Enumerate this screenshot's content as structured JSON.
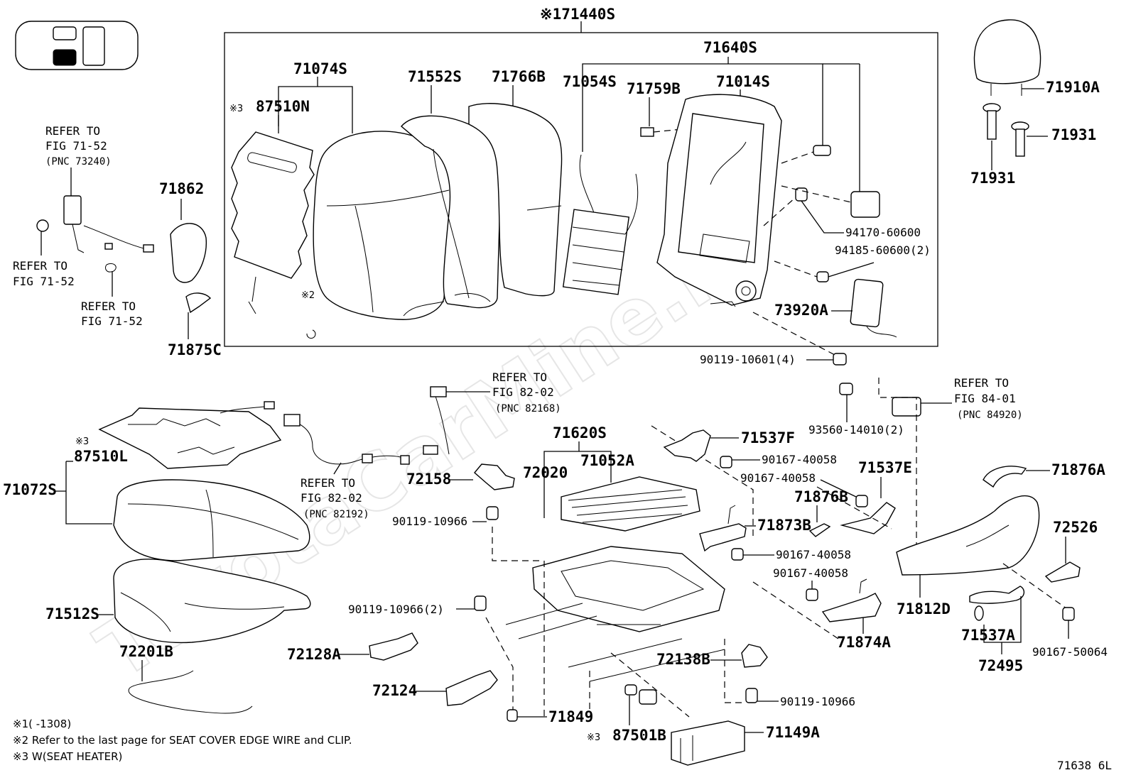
{
  "watermark": "ToyotaCarMine.ru",
  "diagram_code": "71638 6L",
  "parts": {
    "assy_71440S": "※171440S",
    "p71640S": "71640S",
    "p71074S": "71074S",
    "p71552S": "71552S",
    "p71766B": "71766B",
    "p71054S": "71054S",
    "p71759B": "71759B",
    "p71014S": "71014S",
    "mark3_a": "※3",
    "p87510N": "87510N",
    "mark2": "※2",
    "p94170": "94170-60600",
    "p94185": "94185-60600(2)",
    "p73920A": "73920A",
    "p90119_10601": "90119-10601(4)",
    "p71862": "71862",
    "p71875C": "71875C",
    "p71910A": "71910A",
    "p71931_a": "71931",
    "p71931_b": "71931",
    "p93560": "93560-14010(2)",
    "mark3_b": "※3",
    "p87510L": "87510L",
    "p71072S": "71072S",
    "p71512S": "71512S",
    "p72201B": "72201B",
    "p72158": "72158",
    "p90119_10966_a": "90119-10966",
    "p71620S": "71620S",
    "p72020": "72020",
    "p71052A": "71052A",
    "p71537F": "71537F",
    "p90167_a": "90167-40058",
    "p90167_b": "90167-40058",
    "p71537E": "71537E",
    "p71876B": "71876B",
    "p71873B": "71873B",
    "p90167_c": "90167-40058",
    "p90167_d": "90167-40058",
    "p71876A": "71876A",
    "p72526": "72526",
    "p71812D": "71812D",
    "p71874A": "71874A",
    "p71537A": "71537A",
    "p72495": "72495",
    "p90167_50064": "90167-50064",
    "p90119_10966_2": "90119-10966(2)",
    "p72128A": "72128A",
    "p72124": "72124",
    "p72138B": "72138B",
    "p71849": "71849",
    "p90119_10966_b": "90119-10966",
    "mark3_c": "※3",
    "p87501B": "87501B",
    "p71149A": "71149A"
  },
  "references": {
    "belt": {
      "line1": "REFER TO",
      "line2": "FIG 71-52",
      "pnc": "(PNC 73240)"
    },
    "belt_left": {
      "line1": "REFER TO",
      "line2": "FIG 71-52"
    },
    "belt_lower": {
      "line1": "REFER TO",
      "line2": "FIG 71-52"
    },
    "wire_upper": {
      "line1": "REFER TO",
      "line2": "FIG 82-02",
      "pnc": "(PNC 82168)"
    },
    "wire_lower": {
      "line1": "REFER TO",
      "line2": "FIG 82-02",
      "pnc": "(PNC 82192)"
    },
    "switch": {
      "line1": "REFER TO",
      "line2": "FIG 84-01",
      "pnc": "(PNC 84920)"
    }
  },
  "notes": [
    "※1(      -1308)",
    "※2 Refer to the last page for SEAT COVER EDGE WIRE and CLIP.",
    "※3 W(SEAT HEATER)"
  ]
}
